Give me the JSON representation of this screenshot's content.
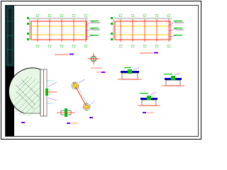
{
  "drawing": {
    "details": [
      {
        "id": "plan-left",
        "scale_text": ""
      },
      {
        "id": "plan-right",
        "scale_text": ""
      },
      {
        "id": "node-a",
        "scale_text": ""
      },
      {
        "id": "node-b",
        "scale_text": ""
      },
      {
        "id": "node-c",
        "scale_text": ""
      },
      {
        "id": "node-d",
        "scale_text": ""
      }
    ]
  },
  "colors": {
    "paper": "#ffffff",
    "frame": "#000000",
    "grid": "#ff2a00",
    "beam": "#ffd400",
    "structure": "#00c400",
    "dimension": "#00c8c8",
    "annotation": "#6a00ff",
    "section": "#0000c8"
  }
}
